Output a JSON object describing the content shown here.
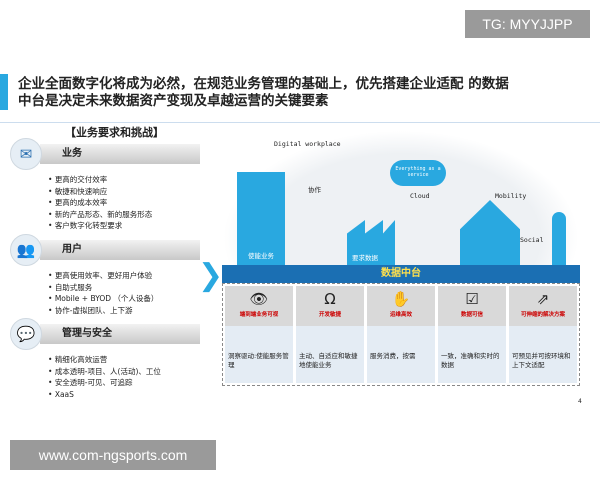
{
  "watermark_top": "TG: MYYJJPP",
  "watermark_bottom": "www.com-ngsports.com",
  "title": "企业全面数字化将成为必然，在规范业务管理的基础上，优先搭建企业适配 的数据中台是决定未来数据资产变现及卓越运营的关键要素",
  "left": {
    "heading": "【业务要求和挑战】",
    "sections": [
      {
        "title": "业务",
        "items": [
          "更高的交付效率",
          "敏捷和快速响应",
          "更高的成本效率",
          "新的产品形态、新的服务形态",
          "客户数字化转型要求"
        ]
      },
      {
        "title": "用户",
        "items": [
          "更高使用效率、更好用户体验",
          "自助式服务",
          "Mobile + BYOD （个人设备）",
          "协作-虚拟团队、上下游"
        ]
      },
      {
        "title": "管理与安全",
        "items": [
          "精细化高效运营",
          "成本透明-项目、人(活动)、工位",
          "安全透明-可见、可追踪",
          "XaaS"
        ]
      }
    ]
  },
  "illustration": {
    "digital_workplace": "Digital workplace",
    "cloud_text": "Everything as a service",
    "cloud": "Cloud",
    "mobility": "Mobility",
    "social": "Social",
    "collab": "协作",
    "enable": "使能业务",
    "demand": "要求数据"
  },
  "hub": {
    "title": "数据中台",
    "columns": [
      {
        "icon": "eye-icon",
        "glyph": "👁",
        "label": "端到端业务可视",
        "desc": "洞察驱动:使能服务管理"
      },
      {
        "icon": "loop-icon",
        "glyph": "Ω",
        "label": "开发敏捷",
        "desc": "主动、自适应和敏捷地使能业务"
      },
      {
        "icon": "hand-money-icon",
        "glyph": "✋",
        "label": "运维高效",
        "desc": "服务消费，按需"
      },
      {
        "icon": "checkbox-icon",
        "glyph": "☑",
        "label": "数据可信",
        "desc": "一致，准确和实时的数据"
      },
      {
        "icon": "scale-icon",
        "glyph": "⇗",
        "label": "可伸缩的解决方案",
        "desc": "可预见并可按环境和上下文适配"
      }
    ]
  },
  "page_number": "4",
  "colors": {
    "accent": "#29a8e0",
    "hub": "#1b6fb3",
    "hub_text": "#ffe04d",
    "label_red": "#cc0000"
  }
}
